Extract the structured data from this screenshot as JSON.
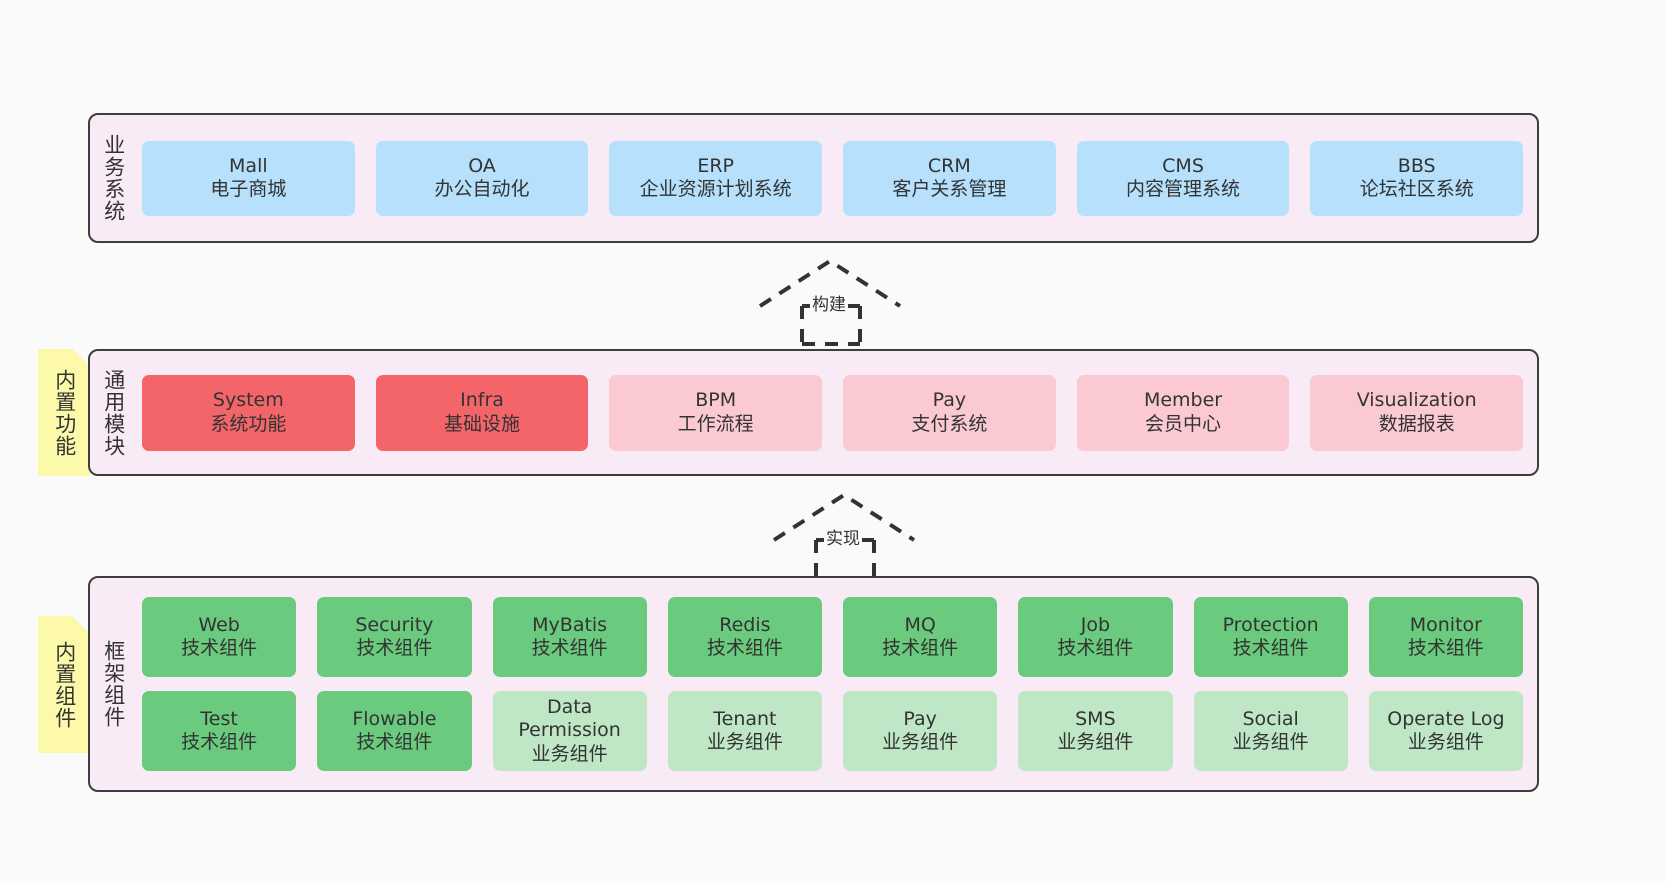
{
  "diagram": {
    "background": "#fafafa",
    "layer_fill": "#f9ebf5",
    "note_fill": "#fcfaaa",
    "layers": [
      {
        "id": "business",
        "label": "业务系统",
        "card_color": "#b6e0fb",
        "rows": [
          [
            {
              "title": "Mall",
              "subtitle": "电子商城",
              "color": "#b6e0fb"
            },
            {
              "title": "OA",
              "subtitle": "办公自动化",
              "color": "#b6e0fb"
            },
            {
              "title": "ERP",
              "subtitle": "企业资源计划系统",
              "color": "#b6e0fb"
            },
            {
              "title": "CRM",
              "subtitle": "客户关系管理",
              "color": "#b6e0fb"
            },
            {
              "title": "CMS",
              "subtitle": "内容管理系统",
              "color": "#b6e0fb"
            },
            {
              "title": "BBS",
              "subtitle": "论坛社区系统",
              "color": "#b6e0fb"
            }
          ]
        ]
      },
      {
        "id": "modules",
        "label": "通用模块",
        "note": "内置功能",
        "rows": [
          [
            {
              "title": "System",
              "subtitle": "系统功能",
              "color": "#f4656a"
            },
            {
              "title": "Infra",
              "subtitle": "基础设施",
              "color": "#f4656a"
            },
            {
              "title": "BPM",
              "subtitle": "工作流程",
              "color": "#fbc9d1"
            },
            {
              "title": "Pay",
              "subtitle": "支付系统",
              "color": "#fbc9d1"
            },
            {
              "title": "Member",
              "subtitle": "会员中心",
              "color": "#fbc9d1"
            },
            {
              "title": "Visualization",
              "subtitle": "数据报表",
              "color": "#fbc9d1"
            }
          ]
        ]
      },
      {
        "id": "framework",
        "label": "框架组件",
        "note": "内置组件",
        "rows": [
          [
            {
              "title": "Web",
              "subtitle": "技术组件",
              "color": "#6acb7e"
            },
            {
              "title": "Security",
              "subtitle": "技术组件",
              "color": "#6acb7e"
            },
            {
              "title": "MyBatis",
              "subtitle": "技术组件",
              "color": "#6acb7e"
            },
            {
              "title": "Redis",
              "subtitle": "技术组件",
              "color": "#6acb7e"
            },
            {
              "title": "MQ",
              "subtitle": "技术组件",
              "color": "#6acb7e"
            },
            {
              "title": "Job",
              "subtitle": "技术组件",
              "color": "#6acb7e"
            },
            {
              "title": "Protection",
              "subtitle": "技术组件",
              "color": "#6acb7e"
            },
            {
              "title": "Monitor",
              "subtitle": "技术组件",
              "color": "#6acb7e"
            }
          ],
          [
            {
              "title": "Test",
              "subtitle": "技术组件",
              "color": "#6acb7e"
            },
            {
              "title": "Flowable",
              "subtitle": "技术组件",
              "color": "#6acb7e"
            },
            {
              "title": "Data Permission",
              "subtitle": "业务组件",
              "color": "#bfe7c6"
            },
            {
              "title": "Tenant",
              "subtitle": "业务组件",
              "color": "#bfe7c6"
            },
            {
              "title": "Pay",
              "subtitle": "业务组件",
              "color": "#bfe7c6"
            },
            {
              "title": "SMS",
              "subtitle": "业务组件",
              "color": "#bfe7c6"
            },
            {
              "title": "Social",
              "subtitle": "业务组件",
              "color": "#bfe7c6"
            },
            {
              "title": "Operate Log",
              "subtitle": "业务组件",
              "color": "#bfe7c6"
            }
          ]
        ]
      }
    ],
    "arrows": [
      {
        "id": "build",
        "label": "构建",
        "style": "dashed-generalization"
      },
      {
        "id": "implement",
        "label": "实现",
        "style": "dashed-generalization"
      }
    ]
  }
}
